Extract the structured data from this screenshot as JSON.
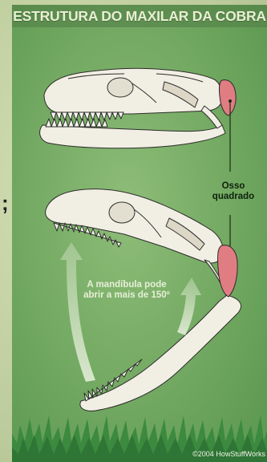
{
  "title": "ESTRUTURA DO MAXILAR DA COBRA",
  "labels": {
    "osso": "Osso quadrado",
    "mandibula": "A mandíbula pode abrir a mais de 150º"
  },
  "copyright": "©2004 HowStuffWorks",
  "side_glyph": ";",
  "colors": {
    "panel": "#6ba55d",
    "bone": "#f1efe4",
    "quadrate": "#e07d83",
    "grass": "#3b8a3f"
  }
}
